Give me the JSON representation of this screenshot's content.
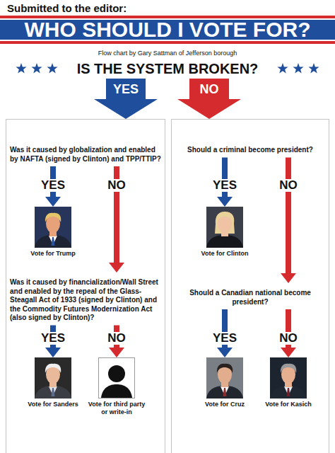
{
  "diagram": {
    "title": "WHO SHOULD I VOTE FOR?",
    "caption": "Flow chart by Gary Sattman of Jefferson borough",
    "nodes": [
      {
        "text": [
          "IS THE SYSTEM BROKEN?"
        ]
      },
      {
        "text": [
          "Was it caused by globalization and enabled by NAFTA (signed by Clinton) and TPP/TTIP?"
        ]
      },
      {
        "text": [
          "Should a criminal become president?"
        ]
      },
      {
        "text": [
          "Vote for Trump"
        ]
      },
      {
        "text": [
          "Was it caused by financialization/Wall Street and enabled by the repeal of the Glass-Steagall Act of 1933 (signed by Clinton) and the Commodity Futures Modernization Act (also signed by Clinton)?"
        ]
      },
      {
        "text": [
          "Vote for Clinton"
        ]
      },
      {
        "text": [
          "Should a Canadian national become president?"
        ]
      },
      {
        "text": [
          "Vote for Sanders"
        ]
      },
      {
        "text": [
          "Vote for third party or write-in"
        ]
      },
      {
        "text": [
          "Vote for Cruz"
        ]
      },
      {
        "text": [
          "Vote for Kasich"
        ]
      }
    ],
    "edges": [
      {
        "from": 0,
        "to": 1,
        "label": "YES",
        "arrow": "to"
      },
      {
        "from": 0,
        "to": 2,
        "label": "NO",
        "arrow": "to"
      },
      {
        "from": 1,
        "to": 3,
        "label": "YES",
        "arrow": "to"
      },
      {
        "from": 1,
        "to": 4,
        "label": "NO",
        "arrow": "to"
      },
      {
        "from": 2,
        "to": 5,
        "label": "YES",
        "arrow": "to"
      },
      {
        "from": 2,
        "to": 6,
        "label": "NO",
        "arrow": "to"
      },
      {
        "from": 4,
        "to": 7,
        "label": "YES",
        "arrow": "to"
      },
      {
        "from": 4,
        "to": 8,
        "label": "NO",
        "arrow": "to"
      },
      {
        "from": 6,
        "to": 9,
        "label": "YES",
        "arrow": "to"
      },
      {
        "from": 6,
        "to": 10,
        "label": "NO",
        "arrow": "to"
      }
    ],
    "labels": [
      "Submitted to the editor:"
    ]
  }
}
